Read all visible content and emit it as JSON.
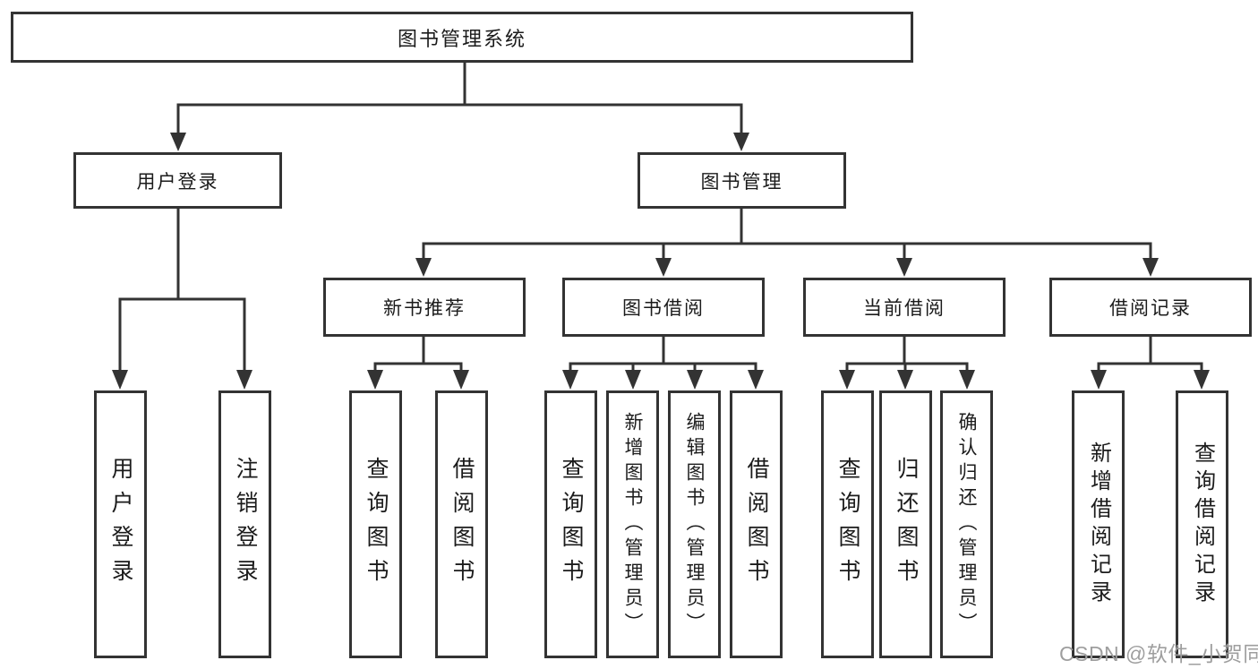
{
  "diagram": {
    "root": "图书管理系统",
    "level2": {
      "user_login": "用户登录",
      "book_management": "图书管理"
    },
    "level3": {
      "new_books": "新书推荐",
      "borrowing": "图书借阅",
      "current": "当前借阅",
      "records": "借阅记录"
    },
    "leaves": {
      "user_login": "用户登录",
      "logout": "注销登录",
      "nb_query": "查询图书",
      "nb_borrow": "借阅图书",
      "bb_query": "查询图书",
      "bb_add": "新增图书（管理员）",
      "bb_edit": "编辑图书（管理员）",
      "bb_borrow": "借阅图书",
      "cb_query": "查询图书",
      "cb_return": "归还图书",
      "cb_confirm": "确认归还（管理员）",
      "br_add": "新增借阅记录",
      "br_query": "查询借阅记录"
    },
    "watermark": "CSDN @软件_小贺同学",
    "colors": {
      "line": "#333333",
      "text": "#1b1b1b",
      "watermark": "#9e9e9e",
      "background": "#ffffff"
    }
  }
}
